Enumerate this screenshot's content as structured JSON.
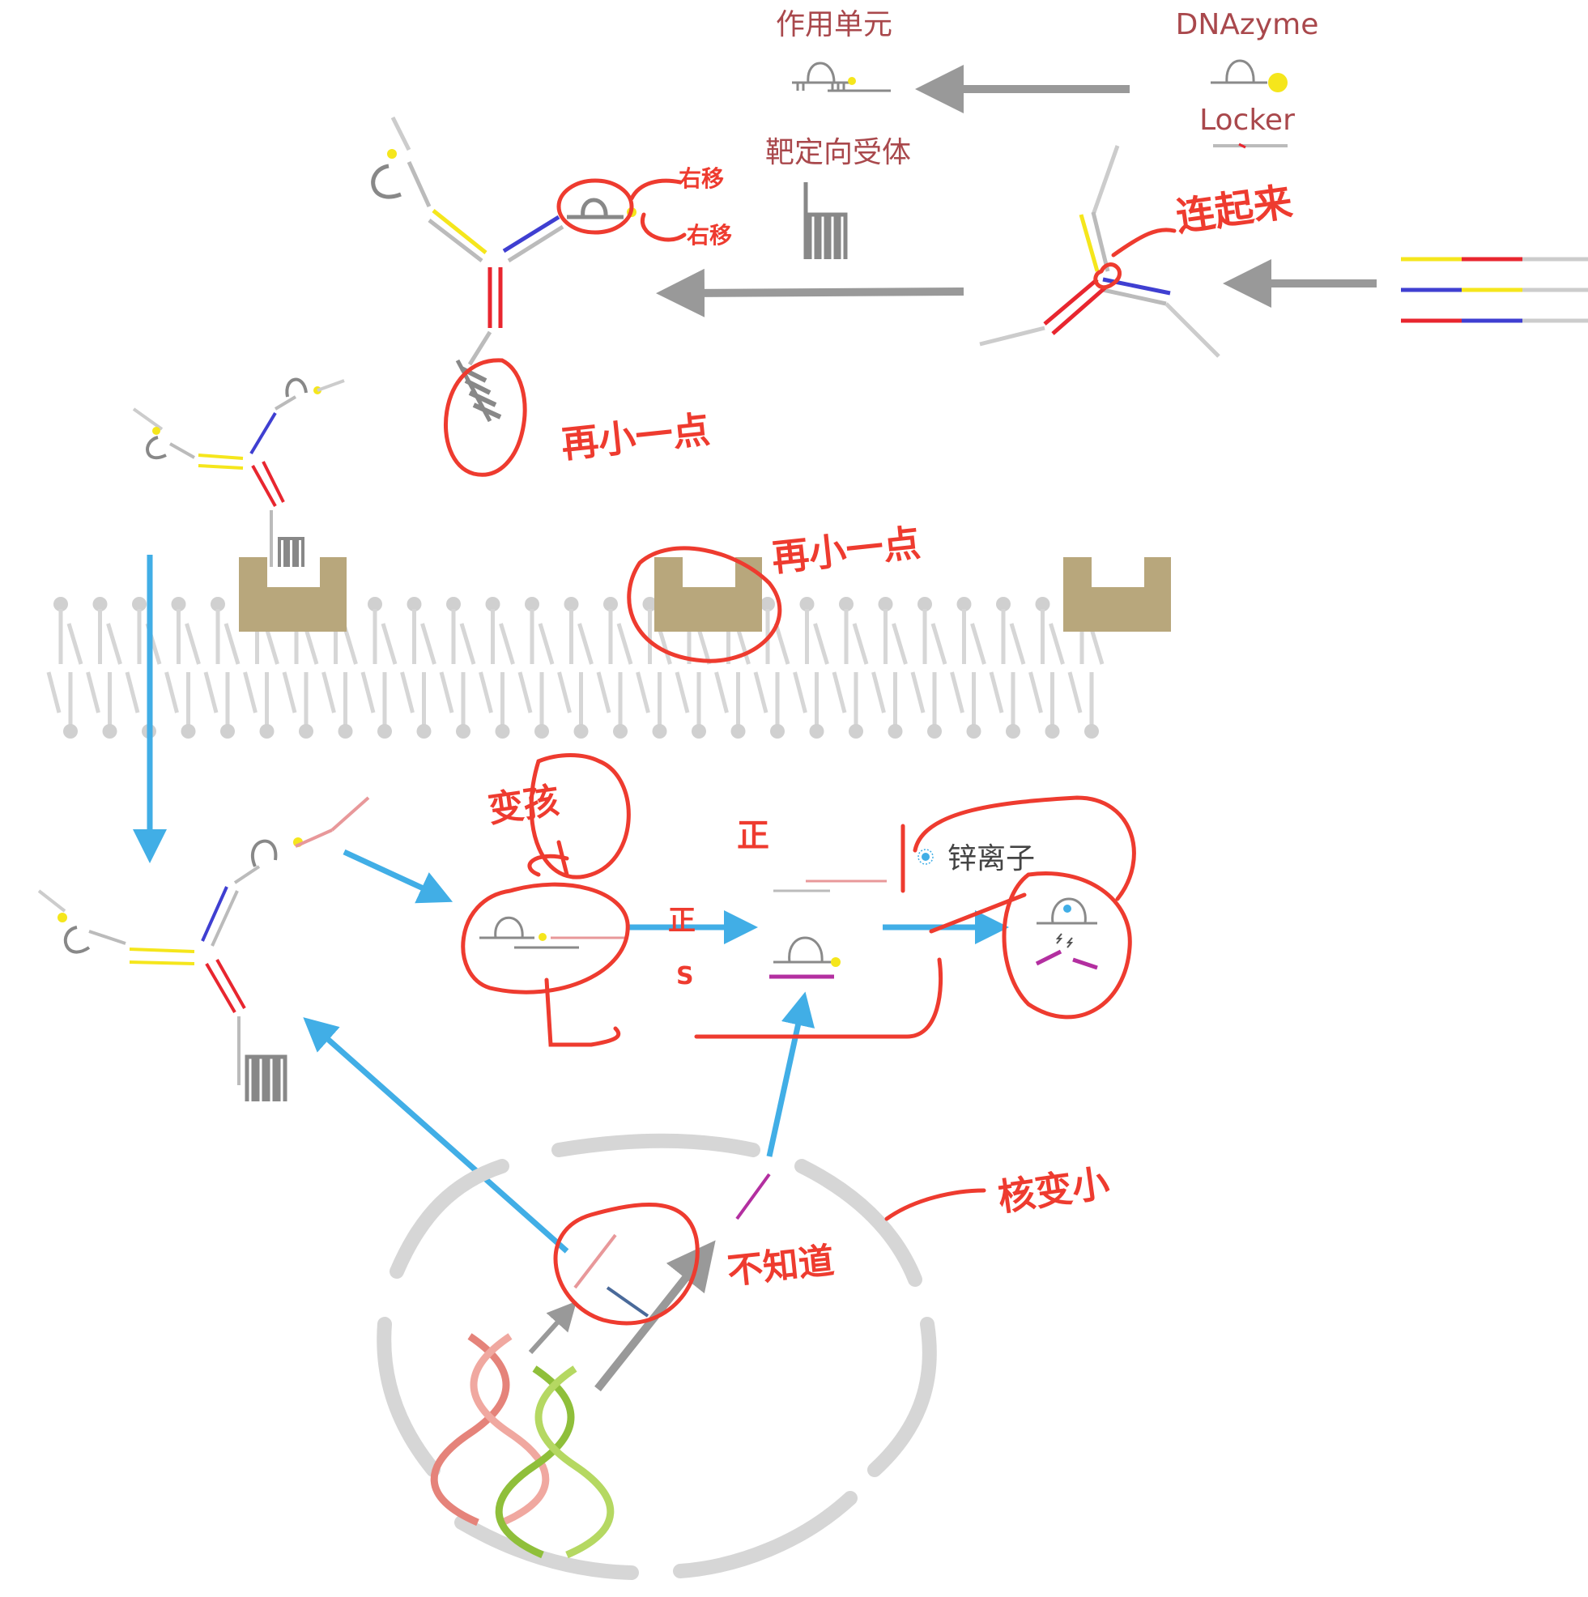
{
  "legend": {
    "effect_unit": "作用单元",
    "dnazyme": "DNAzyme",
    "locker": "Locker",
    "target_receptor": "靶定向受体"
  },
  "ion_label": "锌离子",
  "annotations": {
    "connect": "连起来",
    "smaller_1": "再小一点",
    "smaller_2": "再小一点",
    "nucleus_smaller": "核变小",
    "unclear": "不知道",
    "label_a": "变孩",
    "label_b": "右移",
    "label_c": "右移",
    "label_d": "正",
    "label_e": "正",
    "label_f": "S"
  },
  "colors": {
    "red": "#e8262f",
    "yellow": "#f5e61c",
    "blue": "#3f3fd1",
    "gray": "#8a8a8a",
    "arrow_blue": "#41aee6",
    "arrow_gray": "#999999",
    "protein": "#b8a77c",
    "annotation": "#ee3b2f",
    "magenta": "#b32fa0",
    "pink": "#e8989a",
    "dna_green": "#8fbf3a",
    "dna_red": "#e5837a"
  }
}
